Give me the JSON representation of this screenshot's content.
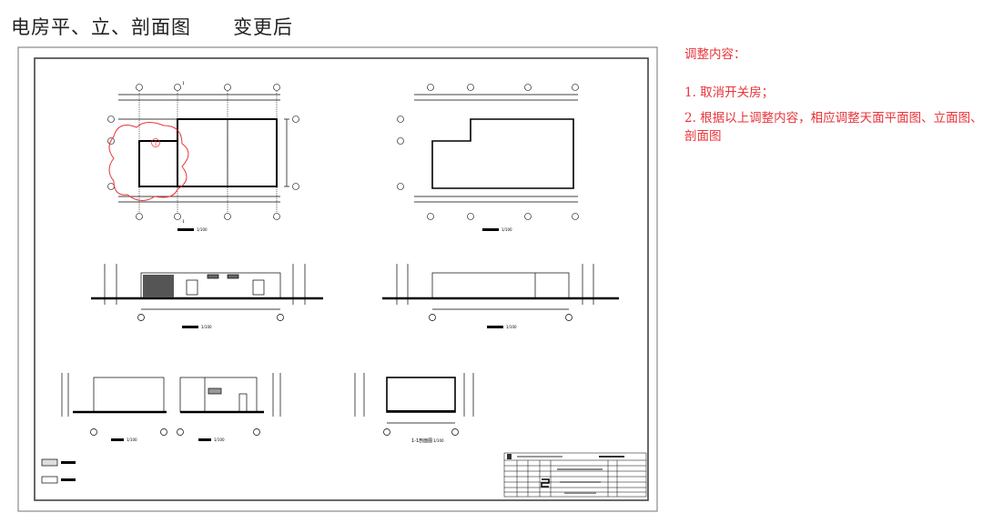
{
  "header": {
    "title": "电房平、立、剖面图",
    "status": "变更后"
  },
  "notes": {
    "heading": "调整内容：",
    "items": [
      "1. 取消开关房；",
      "2. 根据以上调整内容，相应调整天面平面图、立面图、剖面图"
    ]
  },
  "drawing": {
    "section_label": "1-1剖面图",
    "scale": "1/100",
    "section_mark": "1",
    "revision_mark": "1",
    "colors": {
      "revision": "#e8343a",
      "line": "#000000",
      "frame": "#888888"
    }
  }
}
